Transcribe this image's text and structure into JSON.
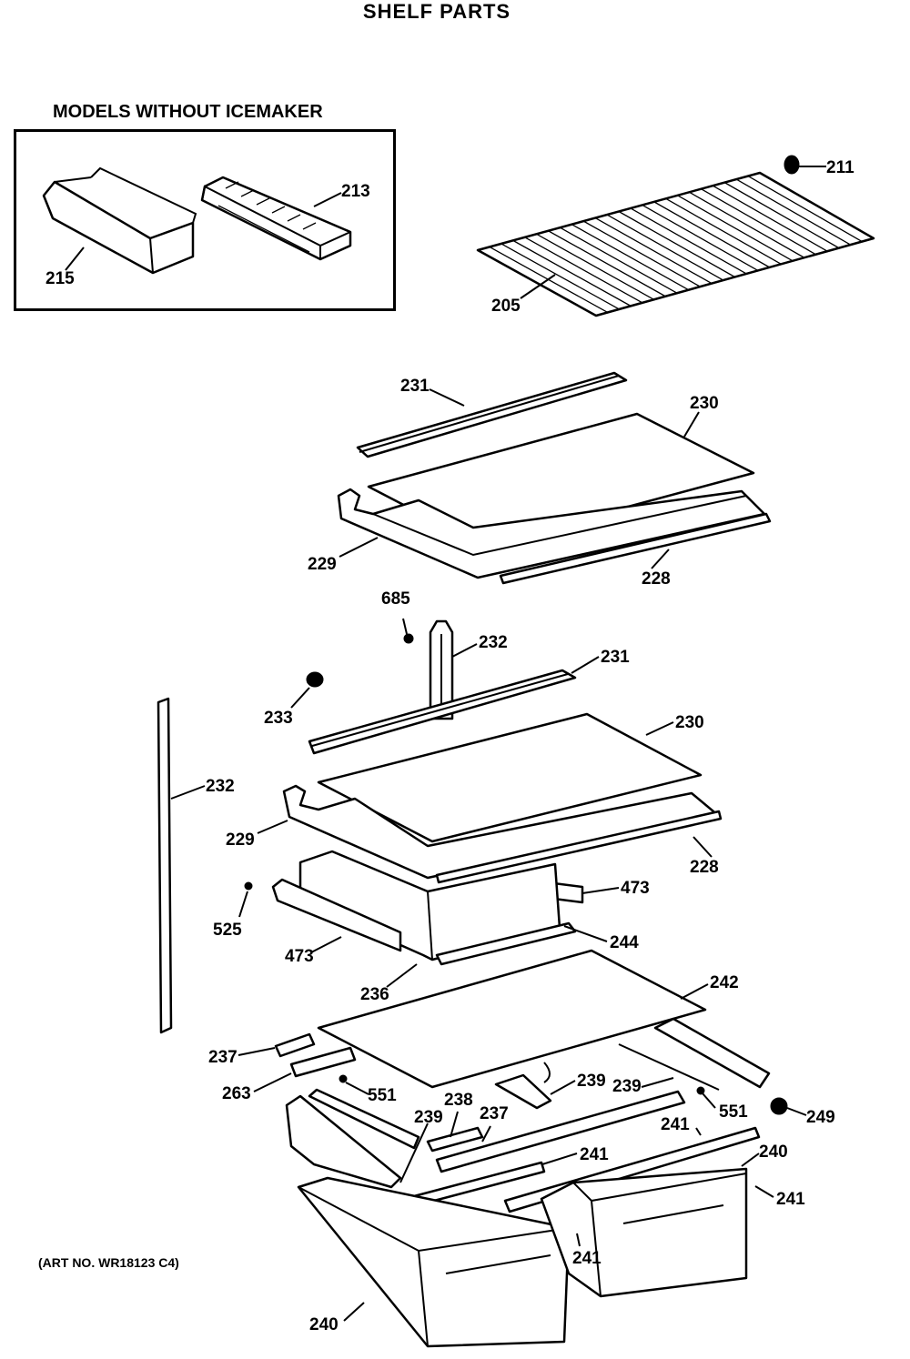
{
  "title": "SHELF PARTS",
  "inset": {
    "title": "MODELS WITHOUT ICEMAKER"
  },
  "art_no": "(ART NO. WR18123 C4)",
  "callouts": {
    "c215": "215",
    "c213": "213",
    "c211": "211",
    "c205": "205",
    "c231a": "231",
    "c230a": "230",
    "c229a": "229",
    "c228a": "228",
    "c685": "685",
    "c232a": "232",
    "c231b": "231",
    "c233": "233",
    "c230b": "230",
    "c232b": "232",
    "c229b": "229",
    "c228b": "228",
    "c473a": "473",
    "c525": "525",
    "c244": "244",
    "c473b": "473",
    "c236": "236",
    "c242": "242",
    "c237a": "237",
    "c263": "263",
    "c551a": "551",
    "c239a": "239",
    "c239b": "239",
    "c238": "238",
    "c239c": "239",
    "c237b": "237",
    "c551b": "551",
    "c249": "249",
    "c241a": "241",
    "c241b": "241",
    "c240a": "240",
    "c241c": "241",
    "c241d": "241",
    "c240b": "240"
  }
}
